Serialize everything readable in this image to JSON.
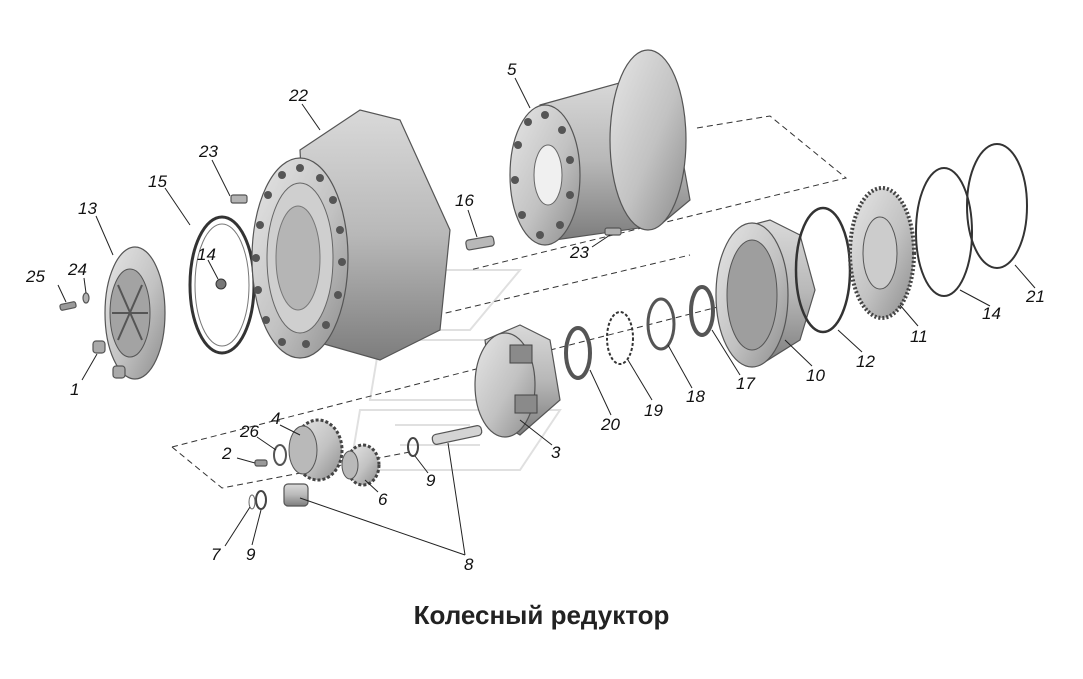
{
  "title": "Колесный редуктор",
  "callouts": [
    "1",
    "2",
    "3",
    "4",
    "5",
    "6",
    "7",
    "8",
    "9",
    "9",
    "10",
    "11",
    "12",
    "13",
    "14",
    "14",
    "15",
    "16",
    "17",
    "18",
    "19",
    "20",
    "21",
    "22",
    "23",
    "23",
    "24",
    "25",
    "26"
  ],
  "colors": {
    "part_fill": "#c9c9c9",
    "part_dark": "#8f8f8f",
    "line": "#222222",
    "watermark": "#e3e3e3"
  }
}
